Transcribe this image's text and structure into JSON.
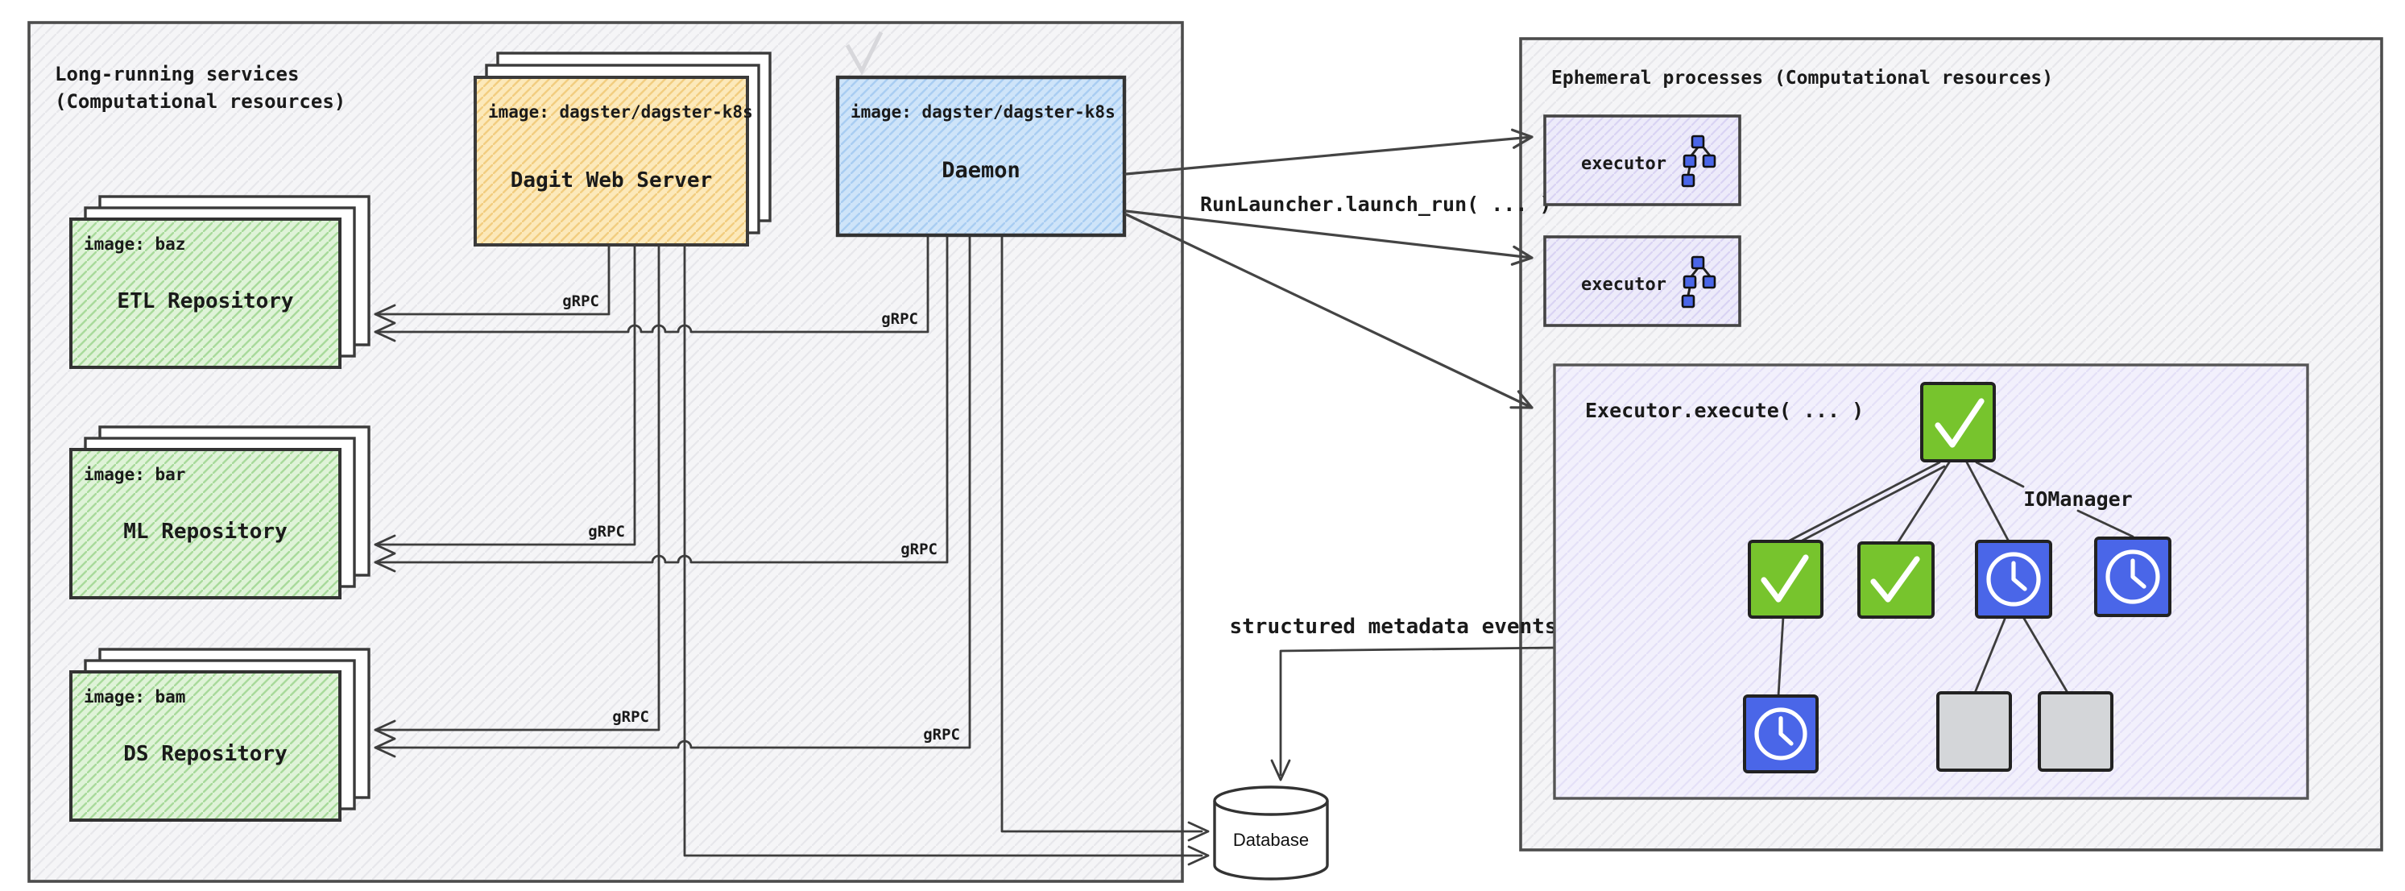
{
  "colors": {
    "panel_bg": "#f5f5f7",
    "panel_border": "#4c4c4c",
    "dagit_fill": "#fce9ba",
    "daemon_fill": "#cee4f9",
    "repo_fill": "#dff3d8",
    "executor_fill": "#edebfa",
    "execute_box_fill": "#f2f0fc",
    "node_green": "#77c42d",
    "node_blue": "#4a66e8",
    "node_gray": "#d4d6d9",
    "line": "#3d3d3d"
  },
  "left_panel": {
    "title_line1": "Long-running services",
    "title_line2": "(Computational resources)",
    "dagit": {
      "image_label": "image: dagster/dagster-k8s",
      "name": "Dagit Web Server"
    },
    "daemon": {
      "image_label": "image: dagster/dagster-k8s",
      "name": "Daemon"
    },
    "repositories": [
      {
        "image_label": "image: baz",
        "name": "ETL Repository"
      },
      {
        "image_label": "image: bar",
        "name": "ML Repository"
      },
      {
        "image_label": "image: bam",
        "name": "DS Repository"
      }
    ],
    "grpc_label": "gRPC"
  },
  "middle": {
    "run_launcher_label": "RunLauncher.launch_run( ... )",
    "metadata_events_label": "structured metadata events",
    "database_label": "Database"
  },
  "right_panel": {
    "title": "Ephemeral processes (Computational resources)",
    "executor_label": "executor",
    "execute_label": "Executor.execute( ... )",
    "iomanager_label": "IOManager"
  }
}
